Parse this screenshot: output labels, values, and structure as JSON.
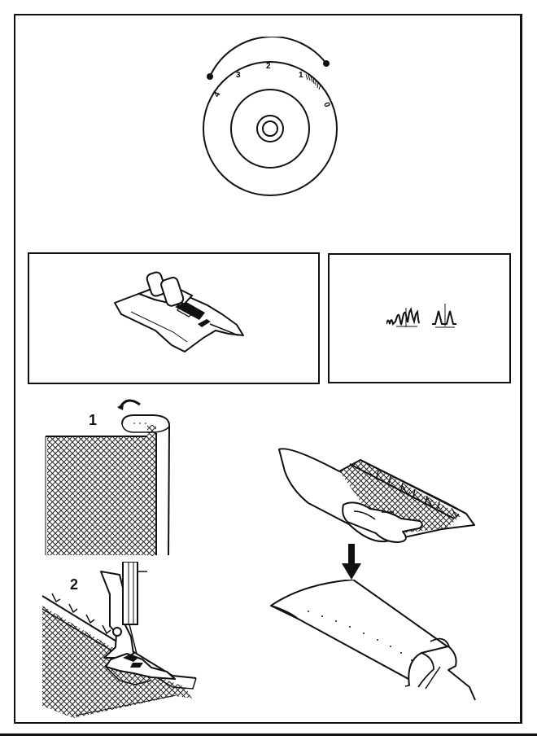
{
  "dial": {
    "numbers": [
      "4",
      "3",
      "2",
      "1",
      "0"
    ]
  },
  "steps": {
    "step1": "1",
    "step2": "2"
  },
  "icons": {
    "dial": "stitch-width-dial",
    "presser_foot": "zigzag-presser-foot",
    "stitch_pattern": "zigzag-stitch-pattern",
    "fold_arrow": "curved-arrow",
    "down_arrow": "arrow-down"
  }
}
